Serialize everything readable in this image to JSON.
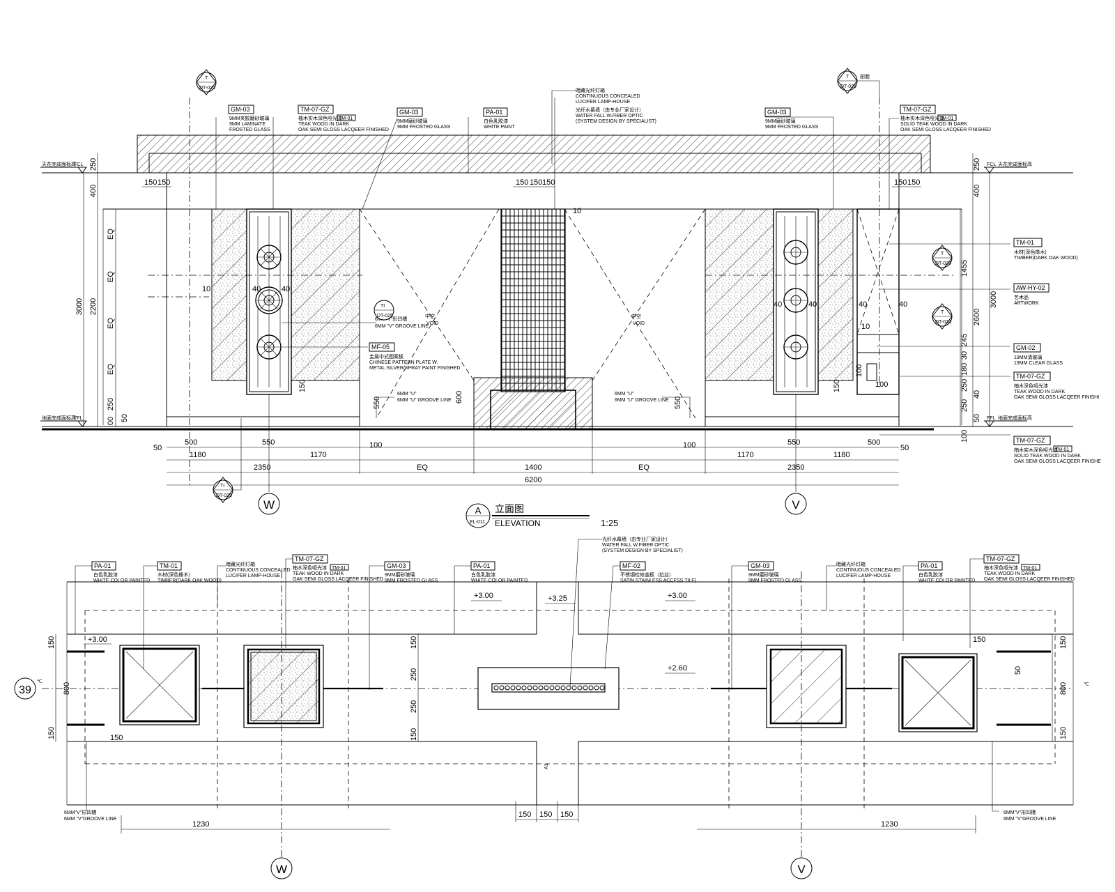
{
  "elevation": {
    "top_tags": {
      "gm03_left": {
        "code": "GM-03",
        "cn": "9MM夹胶磨砂玻璃",
        "line1": "9MM LAMINATE",
        "line2": "FROSTED GLASS"
      },
      "tm07_left": {
        "code": "TM-07-GZ",
        "ref": "TM-01",
        "cn": "柚木实木深色哑光漆",
        "line1": "TEAK WOOD IN DARK",
        "line2": "OAK SEMI GLOSS LACQEER FINISHED"
      },
      "gm03_mid": {
        "code": "GM-03",
        "cn": "9MM磨砂玻璃",
        "line1": "9MM FROSTED GLASS"
      },
      "pa01": {
        "code": "PA-01",
        "cn": "白色乳胶漆",
        "line1": "WHITE PAINT"
      },
      "lamp": {
        "cn": "暗藏光纤灯箱",
        "line1": "CONTINUOUS CONCEALED",
        "line2": "LUCIFER LAMP-HOUSE",
        "cn2": "光纤水幕墙（由专业厂家设计）",
        "line3": "WATER FALL W.FIBER OPTIC",
        "line4": "(SYSTEM DESIGN BY SPECIALIST)"
      },
      "gm03_right": {
        "code": "GM-03",
        "cn": "9MM磨砂玻璃",
        "line1": "9MM FROSTED GLASS"
      },
      "tm07_right": {
        "code": "TM-07-GZ",
        "ref": "TM-01",
        "cn": "柚木实木深色哑光漆",
        "line1": "SOLID TEAK WOOD IN DARK",
        "line2": "OAK SEMI GLOSS LACQEER FINISHED"
      }
    },
    "right_tags": {
      "tm01": {
        "code": "TM-01",
        "cn": "木材(深色橡木)",
        "line1": "TIMBER(DARK OAK WOOD)"
      },
      "artwork": {
        "code": "AW-HY-02",
        "cn": "艺术品",
        "line1": "ARTWORK"
      },
      "gm02": {
        "code": "GM-02",
        "cn": "19MM清玻璃",
        "line1": "19MM CLEAR GLASS"
      },
      "tm07a": {
        "code": "TM-07-GZ",
        "cn": "柚木深色哑光漆",
        "line1": "TEAK WOOD IN DARK",
        "line2": "OAK SEMI GLOSS LACQEER FINISHI"
      },
      "tm07b": {
        "code": "TM-07-GZ",
        "ref": "TM-01",
        "cn": "柚木实木深色哑光漆",
        "line1": "SOLID TEAK WOOD IN DARK",
        "line2": "OAK SEMI GLOSS LACQEER FINISHE"
      }
    },
    "mid_notes": {
      "groove": {
        "cn": "6MM\"V\"形凹槽",
        "line1": "6MM \"V\" GROOVE LINE"
      },
      "void_left": {
        "cn": "中空",
        "line1": "VOID"
      },
      "void_right": {
        "cn": "中空",
        "line1": "VOID"
      },
      "mf05": {
        "code": "MF-05",
        "cn": "金属中式图案板",
        "line1": "CHINESE PATTERN PLATE W.",
        "line2": "METAL SILVER/SPRAY PAINT FINISHED"
      },
      "u_left": {
        "line1": "6MM \"U\"",
        "line2": "6MM \"U\" GROOVE LINE"
      },
      "u_right": {
        "line1": "6MM \"U\"",
        "line2": "6MM \"U\" GROOVE LINE"
      }
    },
    "levels": {
      "fcl": "FCL",
      "ffl": "FFL",
      "fcl_cn": "天花完成面标高",
      "ffl_cn": "地面完成面标高"
    },
    "left_dims": {
      "d250": "250",
      "d400": "400",
      "d3000": "3000",
      "d2200": "2200",
      "eq": "EQ",
      "d250b": "250",
      "d00": "00",
      "d50": "50"
    },
    "right_dims": {
      "d250": "250",
      "d400": "400",
      "d3000": "3000",
      "d2600": "2600",
      "d1455": "1455",
      "d245": "245",
      "d30": "30",
      "d180": "180",
      "d250b": "250",
      "d40": "40",
      "d250c": "250",
      "d50": "50",
      "d100": "100"
    },
    "panel_dims": {
      "d10": "10",
      "d40": "40",
      "d150": "150",
      "d550": "550",
      "d600": "600",
      "d100": "100",
      "d10b": "10"
    },
    "top_small_dims": {
      "d150": "150"
    },
    "bottom_dims": {
      "row1": {
        "a": "50",
        "b": "500",
        "c": "550",
        "d": "100",
        "e": "100",
        "f": "550",
        "g": "500",
        "h": "50"
      },
      "row2": {
        "a": "1180",
        "b": "1170",
        "c": "1170",
        "d": "1180"
      },
      "row3": {
        "a": "2350",
        "b": "EQ",
        "c": "1400",
        "d": "EQ",
        "e": "2350"
      },
      "row4": {
        "total": "6200"
      }
    },
    "sections": [
      {
        "num": "T",
        "ref": "DT-025"
      },
      {
        "num": "T",
        "ref": "DT-025"
      },
      {
        "num": "TI",
        "ref": "DT-025"
      },
      {
        "num": "TI",
        "ref": "DT-025"
      },
      {
        "num": "T",
        "ref": "DT-024"
      },
      {
        "num": "T",
        "ref": "DT-024"
      }
    ],
    "section_cn": "剖面",
    "grids": {
      "w": "W",
      "v": "V"
    },
    "title": {
      "letter": "A",
      "sheet": "EL-011",
      "cn": "立面图",
      "en": "ELEVATION",
      "scale": "1:25"
    }
  },
  "plan": {
    "tags": {
      "pa01_left": {
        "code": "PA-01",
        "cn": "白色乳胶漆",
        "line1": "WHITE COLOR PAINTED"
      },
      "tm01": {
        "code": "TM-01",
        "cn": "木材(深色橡木)",
        "line1": "TIMBER(DARK OAK WOOD)"
      },
      "lamp_left": {
        "cn": "暗藏光纤灯箱",
        "line1": "CONTINUOUS CONCEALED",
        "line2": "LUCIFER LAMP-HOUSE"
      },
      "tm07_left": {
        "code": "TM-07-GZ",
        "ref": "TM-01",
        "cn": "柚木深色哑光漆",
        "line1": "TEAK WOOD IN DARK",
        "line2": "OAK SEMI GLOSS LACQEER FINISHED"
      },
      "gm03_left": {
        "code": "GM-03",
        "cn": "9MM磨砂玻璃",
        "line1": "9MM FROSTED GLASS"
      },
      "pa01_mid": {
        "code": "PA-01",
        "cn": "白色乳胶漆",
        "line1": "WHITE COLOR PAINTED"
      },
      "waterfall": {
        "cn": "光纤水幕墙（由专业厂家设计）",
        "line1": "WATER FALL W.FIBER OPTIC",
        "line2": "(SYSTEM DESIGN BY SPECIALIST)"
      },
      "mf02": {
        "code": "MF-02",
        "cn": "不锈钢检修盖板（拉丝）",
        "line1": "SATIN STAINLESS ACCESS TILE)"
      },
      "gm03_right": {
        "code": "GM-03",
        "cn": "9MM磨砂玻璃",
        "line1": "9MM FROSTED GLASS"
      },
      "lamp_right": {
        "cn": "暗藏光纤灯箱",
        "line1": "CONTINUOUS CONCEALED",
        "line2": "LUCIFER LAMP-HOUSE"
      },
      "pa01_right": {
        "code": "PA-01",
        "cn": "白色乳胶漆",
        "line1": "WHITE COLOR PAINTED"
      },
      "tm07_right": {
        "code": "TM-07-GZ",
        "ref": "TM-01",
        "cn": "柚木深色哑光漆",
        "line1": "TEAK WOOD IN DARK",
        "line2": "OAK SEMI GLOSS LACQEER FINISHED"
      }
    },
    "levels": {
      "l300a": "+3.00",
      "l325": "+3.25",
      "l300b": "+3.00",
      "l300c": "+3.00",
      "l260": "+2.60"
    },
    "grid_row": "39",
    "left_dims": {
      "d150": "150",
      "d800": "800",
      "d150b": "150",
      "d150c": "150"
    },
    "center_dims": {
      "d150a": "150",
      "d250a": "250",
      "d250b": "250",
      "d150b": "150"
    },
    "right_dims": {
      "d150": "150",
      "d50": "50",
      "d800": "800",
      "d150b": "150",
      "d150c": "150"
    },
    "bottom_dims": {
      "left": "1230",
      "right": "1230",
      "c1": "150",
      "c2": "150",
      "c3": "150"
    },
    "groove_left": {
      "cn": "6MM\"V\"形凹槽",
      "line1": "6MM \"V\"GROOVE LINE"
    },
    "groove_right": {
      "cn": "6MM\"V\"形凹槽",
      "line1": "6MM \"V\"GROOVE LINE"
    },
    "grids": {
      "w": "W",
      "v": "V"
    },
    "center_mark": "A1",
    "cl_mark": "℃"
  }
}
